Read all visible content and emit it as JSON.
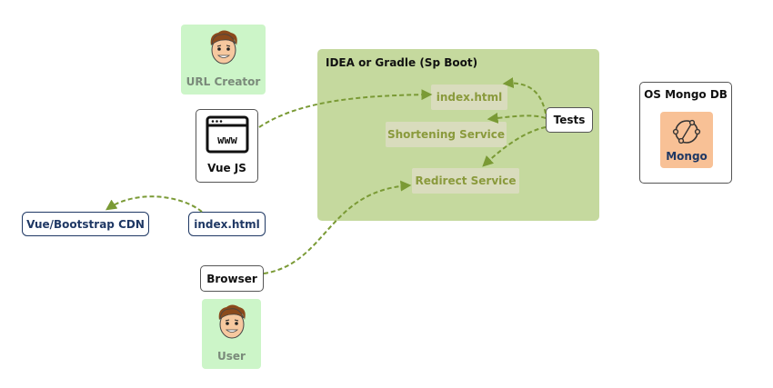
{
  "actors": {
    "url_creator": {
      "label": "URL Creator",
      "icon": "person-face-icon"
    },
    "user": {
      "label": "User",
      "icon": "person-face-icon"
    }
  },
  "vue": {
    "label": "Vue JS",
    "icon": "browser-www-icon",
    "icon_text": "www"
  },
  "cdn": {
    "label": "Vue/Bootstrap CDN"
  },
  "index_client": {
    "label": "index.html"
  },
  "browser": {
    "label": "Browser"
  },
  "spring": {
    "title": "IDEA or Gradle (Sp Boot)",
    "index": "index.html",
    "shortening": "Shortening Service",
    "redirect": "Redirect Service",
    "tests": "Tests"
  },
  "mongo": {
    "title": "OS Mongo DB",
    "label": "Mongo",
    "icon": "mongo-node-icon"
  },
  "colors": {
    "group_green": "#c5d99e",
    "inner_box": "#d9dcbd",
    "inner_text": "#8a9a3c",
    "arrow": "#7a9a35",
    "actor_bg": "#ccf5c8",
    "mongo_tile": "#f8c196",
    "navy": "#1f3864"
  }
}
